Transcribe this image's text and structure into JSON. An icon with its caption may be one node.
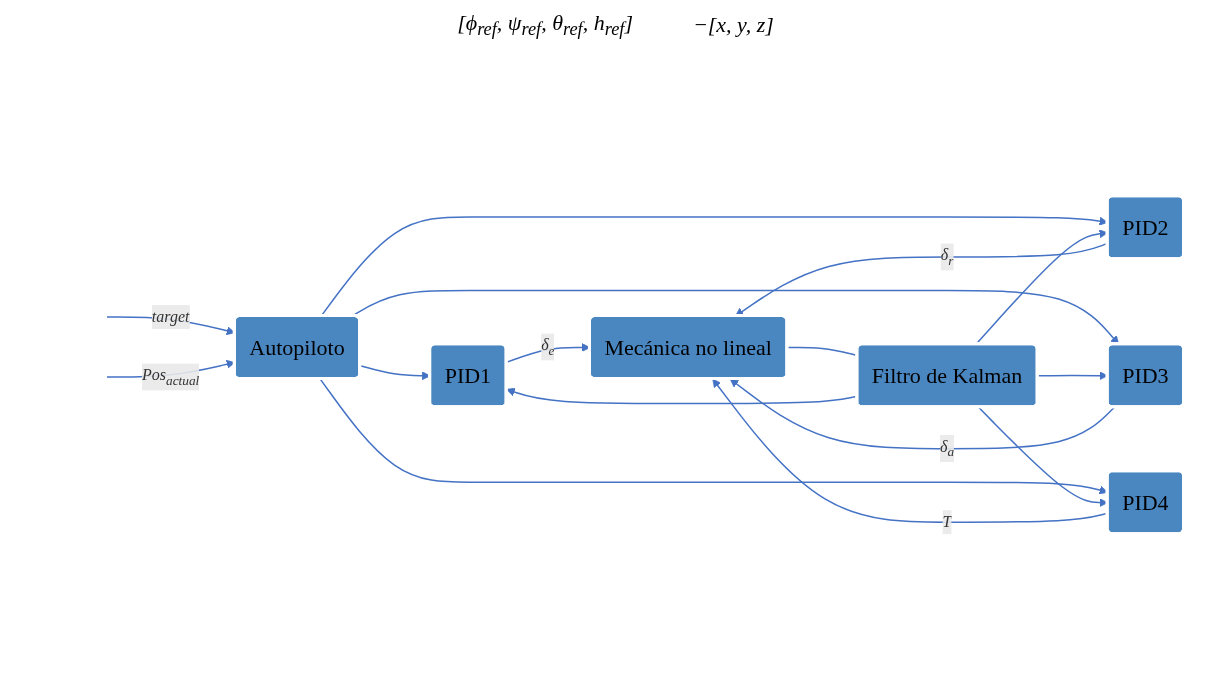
{
  "diagram": {
    "nodes": [
      {
        "text": [
          "Autopiloto"
        ]
      },
      {
        "text": [
          "PID1"
        ]
      },
      {
        "text": [
          "PID2"
        ]
      },
      {
        "text": [
          "PID3"
        ]
      },
      {
        "text": [
          "PID4"
        ]
      },
      {
        "text": [
          "Mecánica no lineal"
        ]
      },
      {
        "text": [
          "Filtro de Kalman"
        ]
      }
    ],
    "edges": [
      {
        "from": null,
        "to": 0,
        "arrow": "to",
        "label": "target"
      },
      {
        "from": null,
        "to": 0,
        "arrow": "to",
        "label": "Pos$_{actual}$"
      },
      {
        "from": 0,
        "to": 1,
        "arrow": "to"
      },
      {
        "from": 0,
        "to": 2,
        "arrow": "to"
      },
      {
        "from": 0,
        "to": 3,
        "arrow": "to"
      },
      {
        "from": 0,
        "to": 4,
        "arrow": "to"
      },
      {
        "from": 1,
        "to": 5,
        "arrow": "to",
        "label": "δ$_{e}$"
      },
      {
        "from": 2,
        "to": 5,
        "arrow": "to",
        "label": "δ$_{r}$"
      },
      {
        "from": 3,
        "to": 5,
        "arrow": "to",
        "label": "δ$_{a}$"
      },
      {
        "from": 4,
        "to": 5,
        "arrow": "to",
        "label": "T"
      },
      {
        "from": 5,
        "to": 6,
        "arrow": "none"
      },
      {
        "from": 6,
        "to": 1,
        "arrow": "to"
      },
      {
        "from": 6,
        "to": 2,
        "arrow": "to"
      },
      {
        "from": 6,
        "to": 3,
        "arrow": "to"
      },
      {
        "from": 6,
        "to": 4,
        "arrow": "to"
      }
    ],
    "labels": [
      "[ϕ$_{ref}$, ψ$_{ref}$, θ$_{ref}$, h$_{ref}$]",
      "−[x, y, z]"
    ]
  }
}
